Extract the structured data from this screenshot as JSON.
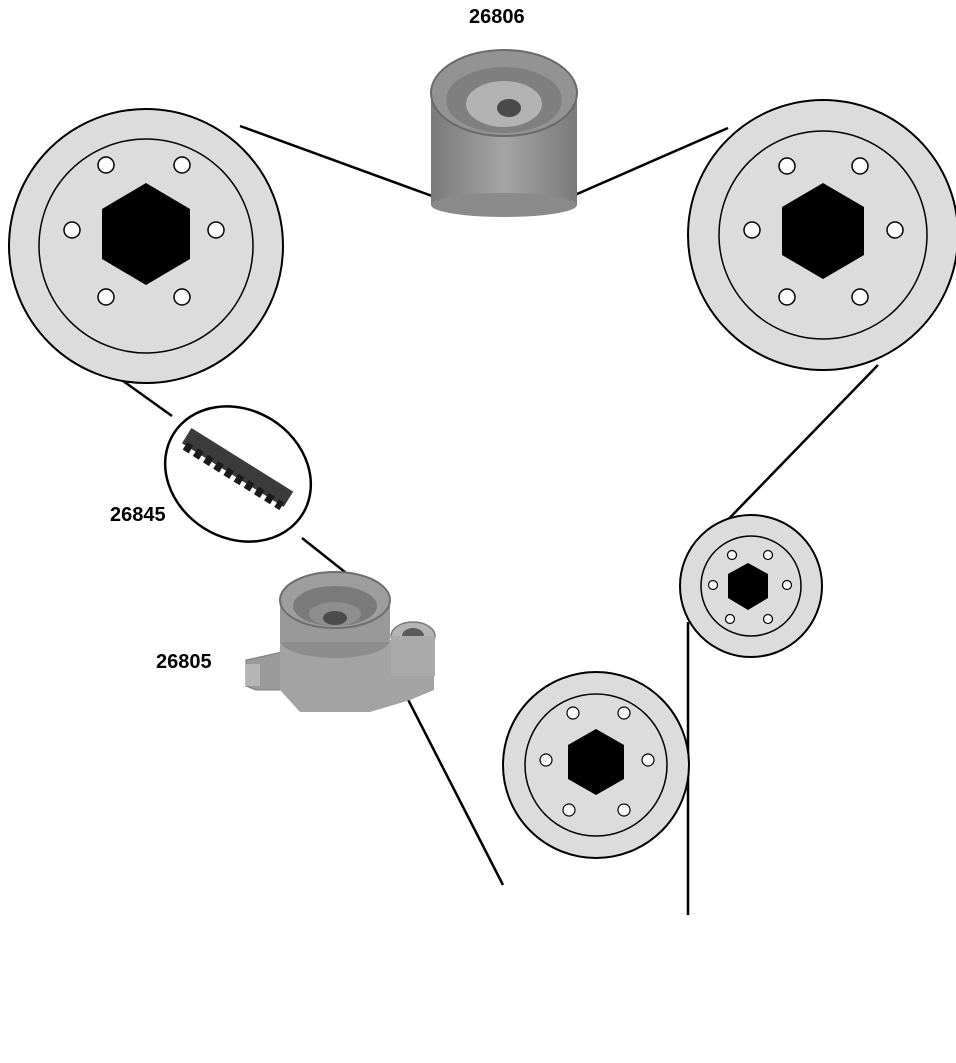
{
  "labels": {
    "idler_pulley": "26806",
    "timing_belt": "26845",
    "tensioner": "26805"
  },
  "colors": {
    "pulley_fill": "#dcdcdc",
    "outline": "#000000",
    "hub": "#000000",
    "belt": "#000000",
    "part_gray": "#8f8f8f"
  }
}
